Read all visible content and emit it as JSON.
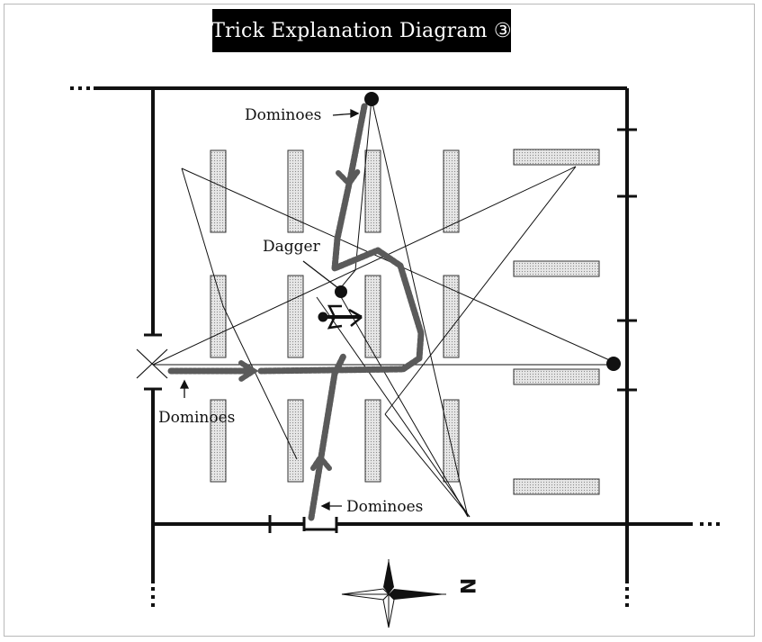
{
  "title": "Trick Explanation Diagram ③",
  "labels": {
    "dominoes_top": "Dominoes",
    "dominoes_left": "Dominoes",
    "dominoes_bottom": "Dominoes",
    "dagger": "Dagger"
  },
  "compass": {
    "north_letter": "N"
  },
  "colors": {
    "ink": "#111111",
    "pillar_fill": "#dcdcdc",
    "domino_path": "#5a5a5a",
    "title_bg": "#000000",
    "title_text": "#ffffff"
  }
}
